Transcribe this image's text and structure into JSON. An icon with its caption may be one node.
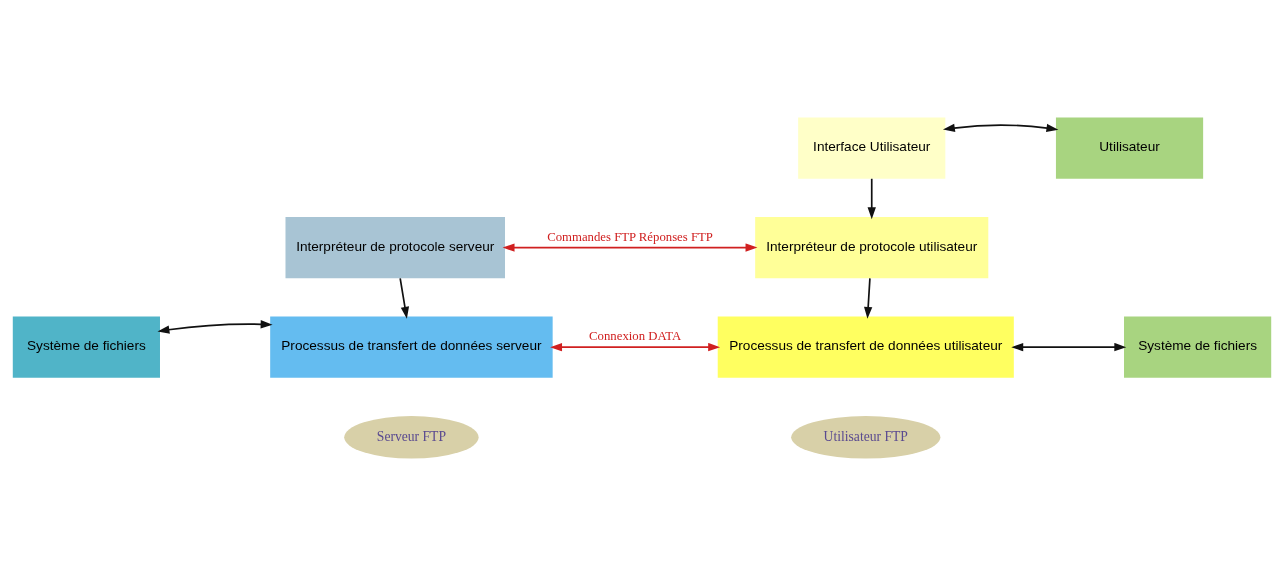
{
  "diagram": {
    "nodes": [
      {
        "text": [
          "Interface Utilisateur"
        ]
      },
      {
        "text": [
          "Utilisateur"
        ]
      },
      {
        "text": [
          "Interpréteur de protocole serveur"
        ]
      },
      {
        "text": [
          "Interpréteur de protocole utilisateur"
        ]
      },
      {
        "text": [
          "Système de fichiers"
        ]
      },
      {
        "text": [
          "Processus de transfert de données serveur"
        ]
      },
      {
        "text": [
          "Processus de transfert de données utilisateur"
        ]
      },
      {
        "text": [
          "Système de fichiers"
        ]
      },
      {
        "text": [
          "Serveur FTP"
        ]
      },
      {
        "text": [
          "Utilisateur FTP"
        ]
      }
    ],
    "edges": [
      {
        "from": 0,
        "to": 1,
        "arrow": "both"
      },
      {
        "from": 0,
        "to": 3,
        "arrow": "to"
      },
      {
        "from": 2,
        "to": 3,
        "arrow": "both",
        "label": "Commandes FTP Réponses FTP",
        "color": "#d02020"
      },
      {
        "from": 2,
        "to": 5,
        "arrow": "to"
      },
      {
        "from": 3,
        "to": 6,
        "arrow": "to"
      },
      {
        "from": 4,
        "to": 5,
        "arrow": "both"
      },
      {
        "from": 5,
        "to": 6,
        "arrow": "both",
        "label": "Connexion DATA",
        "color": "#d02020"
      },
      {
        "from": 6,
        "to": 7,
        "arrow": "both"
      }
    ]
  }
}
